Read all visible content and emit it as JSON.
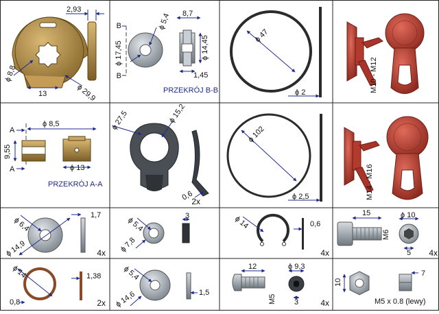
{
  "colors": {
    "brass": "#b08d4a",
    "rubber_red": "#c0392b",
    "steel": "#9aa3ab",
    "dark_rubber": "#3a3f45",
    "dimension_blue": "#1e2a8a",
    "grid": "#222222"
  },
  "parts": [
    {
      "id": "gear-disc",
      "dims": [
        "2,93",
        "ϕ 8,8",
        "13",
        "ϕ 29,9"
      ],
      "qty": ""
    },
    {
      "id": "bushing-bb",
      "dims": [
        "ϕ 17,45",
        "ϕ 5,4",
        "8,7",
        "ϕ 14,45",
        "1,45",
        "B",
        "B"
      ],
      "section": "PRZEKRÓJ B-B",
      "qty": ""
    },
    {
      "id": "oring-47",
      "dims": [
        "ϕ 47",
        "ϕ 2"
      ],
      "qty": ""
    },
    {
      "id": "strap-m10-m12",
      "dims": [
        "M10 - M12"
      ],
      "qty": ""
    },
    {
      "id": "bushing-aa",
      "dims": [
        "ϕ 8,5",
        "9,55",
        "ϕ 13",
        "A",
        "A"
      ],
      "section": "PRZEKRÓJ A-A",
      "qty": ""
    },
    {
      "id": "boot-seal",
      "dims": [
        "ϕ 27,5",
        "ϕ 15,2",
        "0,6"
      ],
      "qty": "2x"
    },
    {
      "id": "oring-102",
      "dims": [
        "ϕ 102",
        "ϕ 2,5"
      ],
      "qty": ""
    },
    {
      "id": "strap-m14-m16",
      "dims": [
        "M14 - M16"
      ],
      "qty": ""
    },
    {
      "id": "washer-14-9",
      "dims": [
        "ϕ 6,4",
        "ϕ 14,9",
        "1,7"
      ],
      "qty": "4x"
    },
    {
      "id": "washer-7-8",
      "dims": [
        "ϕ 5,4",
        "ϕ 7,8",
        "3"
      ],
      "qty": ""
    },
    {
      "id": "circlip",
      "dims": [
        "ϕ 14",
        "0,6"
      ],
      "qty": "4x"
    },
    {
      "id": "bolt-m6",
      "dims": [
        "15",
        "ϕ 10",
        "M6",
        "5"
      ],
      "qty": "4x"
    },
    {
      "id": "copper-washer",
      "dims": [
        "ϕ 14",
        "0,8",
        "1,38"
      ],
      "qty": "2x"
    },
    {
      "id": "washer-14-6",
      "dims": [
        "ϕ 5,4",
        "ϕ 14,6",
        "1,5"
      ],
      "qty": ""
    },
    {
      "id": "screw-m5",
      "dims": [
        "12",
        "ϕ 9,3",
        "M5",
        "3"
      ],
      "qty": "4x"
    },
    {
      "id": "nut-m5",
      "dims": [
        "10",
        "7"
      ],
      "note": "M5  x  0.8 (lewy)",
      "qty": ""
    }
  ]
}
